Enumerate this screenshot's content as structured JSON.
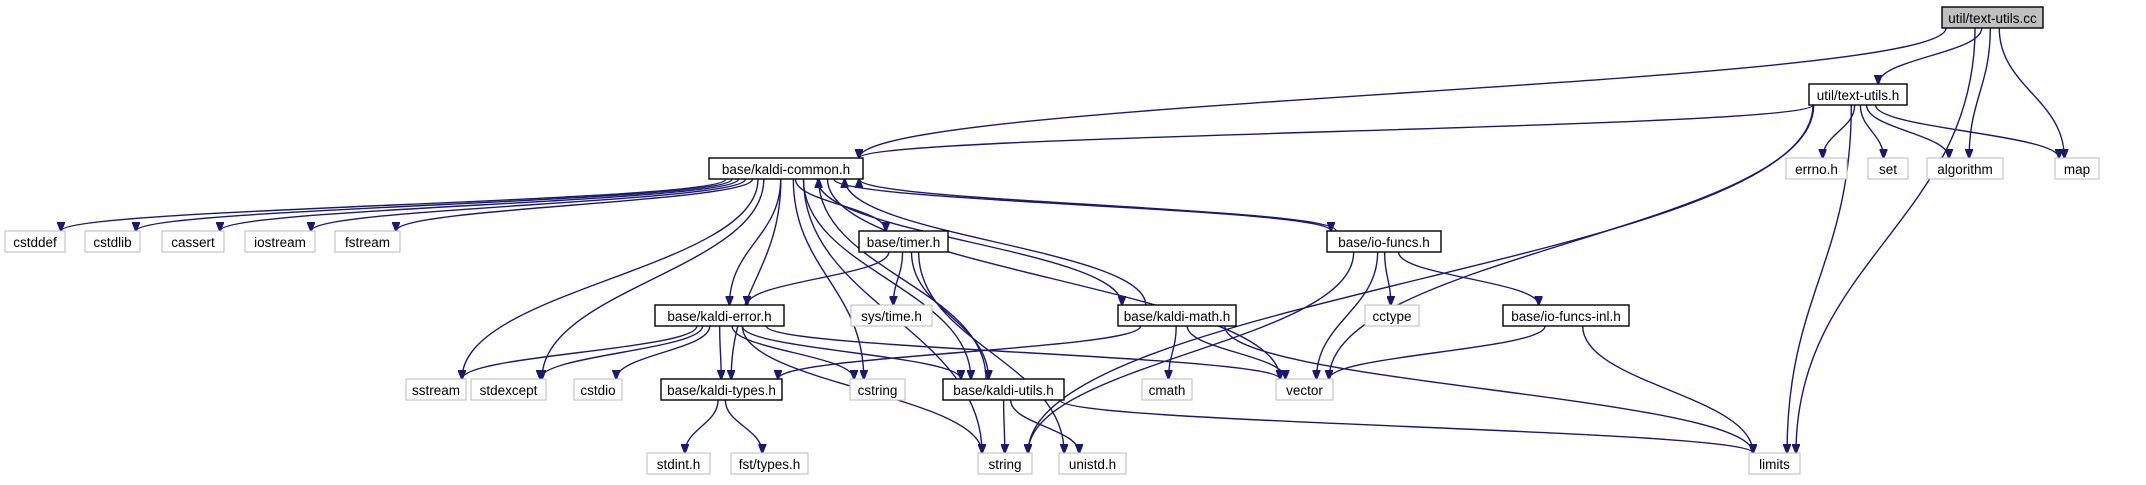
{
  "graph": {
    "colors": {
      "edge": "#191970",
      "project_border": "#000000",
      "system_border": "#bfbfbf",
      "root_fill": "#bfbfbf",
      "background": "#ffffff"
    },
    "nodes": [
      {
        "id": "text-utils-cc",
        "label": "util/text-utils.cc",
        "kind": "root"
      },
      {
        "id": "text-utils-h",
        "label": "util/text-utils.h",
        "kind": "project"
      },
      {
        "id": "kaldi-common",
        "label": "base/kaldi-common.h",
        "kind": "project"
      },
      {
        "id": "cstddef",
        "label": "cstddef",
        "kind": "system"
      },
      {
        "id": "cstdlib",
        "label": "cstdlib",
        "kind": "system"
      },
      {
        "id": "cassert",
        "label": "cassert",
        "kind": "system"
      },
      {
        "id": "iostream",
        "label": "iostream",
        "kind": "system"
      },
      {
        "id": "fstream",
        "label": "fstream",
        "kind": "system"
      },
      {
        "id": "timer",
        "label": "base/timer.h",
        "kind": "project"
      },
      {
        "id": "io-funcs",
        "label": "base/io-funcs.h",
        "kind": "project"
      },
      {
        "id": "errno",
        "label": "errno.h",
        "kind": "system"
      },
      {
        "id": "set",
        "label": "set",
        "kind": "system"
      },
      {
        "id": "algorithm",
        "label": "algorithm",
        "kind": "system"
      },
      {
        "id": "map",
        "label": "map",
        "kind": "system"
      },
      {
        "id": "sys-time",
        "label": "sys/time.h",
        "kind": "system"
      },
      {
        "id": "kaldi-error",
        "label": "base/kaldi-error.h",
        "kind": "project"
      },
      {
        "id": "kaldi-math",
        "label": "base/kaldi-math.h",
        "kind": "project"
      },
      {
        "id": "cctype",
        "label": "cctype",
        "kind": "system"
      },
      {
        "id": "io-funcs-inl",
        "label": "base/io-funcs-inl.h",
        "kind": "project"
      },
      {
        "id": "sstream",
        "label": "sstream",
        "kind": "system"
      },
      {
        "id": "stdexcept",
        "label": "stdexcept",
        "kind": "system"
      },
      {
        "id": "cstdio",
        "label": "cstdio",
        "kind": "system"
      },
      {
        "id": "kaldi-types",
        "label": "base/kaldi-types.h",
        "kind": "project"
      },
      {
        "id": "cstring",
        "label": "cstring",
        "kind": "system"
      },
      {
        "id": "kaldi-utils",
        "label": "base/kaldi-utils.h",
        "kind": "project"
      },
      {
        "id": "cmath",
        "label": "cmath",
        "kind": "system"
      },
      {
        "id": "vector",
        "label": "vector",
        "kind": "system"
      },
      {
        "id": "stdint",
        "label": "stdint.h",
        "kind": "system"
      },
      {
        "id": "fst-types",
        "label": "fst/types.h",
        "kind": "system"
      },
      {
        "id": "string",
        "label": "string",
        "kind": "system"
      },
      {
        "id": "unistd",
        "label": "unistd.h",
        "kind": "system"
      },
      {
        "id": "limits",
        "label": "limits",
        "kind": "system"
      }
    ],
    "edges": [
      [
        "text-utils-cc",
        "text-utils-h"
      ],
      [
        "text-utils-cc",
        "kaldi-common"
      ],
      [
        "text-utils-cc",
        "algorithm"
      ],
      [
        "text-utils-cc",
        "map"
      ],
      [
        "text-utils-cc",
        "limits"
      ],
      [
        "text-utils-h",
        "kaldi-common"
      ],
      [
        "text-utils-h",
        "errno"
      ],
      [
        "text-utils-h",
        "set"
      ],
      [
        "text-utils-h",
        "algorithm"
      ],
      [
        "text-utils-h",
        "map"
      ],
      [
        "text-utils-h",
        "vector"
      ],
      [
        "text-utils-h",
        "string"
      ],
      [
        "text-utils-h",
        "limits"
      ],
      [
        "kaldi-common",
        "cstddef"
      ],
      [
        "kaldi-common",
        "cstdlib"
      ],
      [
        "kaldi-common",
        "cassert"
      ],
      [
        "kaldi-common",
        "iostream"
      ],
      [
        "kaldi-common",
        "fstream"
      ],
      [
        "kaldi-common",
        "timer"
      ],
      [
        "kaldi-common",
        "io-funcs"
      ],
      [
        "kaldi-common",
        "kaldi-error"
      ],
      [
        "kaldi-common",
        "kaldi-math"
      ],
      [
        "kaldi-common",
        "sstream"
      ],
      [
        "kaldi-common",
        "stdexcept"
      ],
      [
        "kaldi-common",
        "kaldi-types"
      ],
      [
        "kaldi-common",
        "cstring"
      ],
      [
        "kaldi-common",
        "kaldi-utils"
      ],
      [
        "kaldi-common",
        "vector"
      ],
      [
        "kaldi-common",
        "string"
      ],
      [
        "timer",
        "sys-time"
      ],
      [
        "timer",
        "kaldi-error"
      ],
      [
        "timer",
        "kaldi-utils"
      ],
      [
        "timer",
        "unistd"
      ],
      [
        "io-funcs",
        "kaldi-common"
      ],
      [
        "io-funcs",
        "cctype"
      ],
      [
        "io-funcs",
        "io-funcs-inl"
      ],
      [
        "io-funcs",
        "vector"
      ],
      [
        "io-funcs",
        "string"
      ],
      [
        "kaldi-error",
        "sstream"
      ],
      [
        "kaldi-error",
        "stdexcept"
      ],
      [
        "kaldi-error",
        "cstdio"
      ],
      [
        "kaldi-error",
        "kaldi-types"
      ],
      [
        "kaldi-error",
        "cstring"
      ],
      [
        "kaldi-error",
        "kaldi-utils"
      ],
      [
        "kaldi-error",
        "vector"
      ],
      [
        "kaldi-error",
        "string"
      ],
      [
        "kaldi-math",
        "kaldi-common"
      ],
      [
        "kaldi-math",
        "kaldi-types"
      ],
      [
        "kaldi-math",
        "cmath"
      ],
      [
        "kaldi-math",
        "vector"
      ],
      [
        "kaldi-math",
        "limits"
      ],
      [
        "io-funcs-inl",
        "vector"
      ],
      [
        "io-funcs-inl",
        "limits"
      ],
      [
        "kaldi-types",
        "stdint"
      ],
      [
        "kaldi-types",
        "fst-types"
      ],
      [
        "kaldi-utils",
        "kaldi-common"
      ],
      [
        "kaldi-utils",
        "string"
      ],
      [
        "kaldi-utils",
        "unistd"
      ],
      [
        "kaldi-utils",
        "limits"
      ]
    ]
  }
}
